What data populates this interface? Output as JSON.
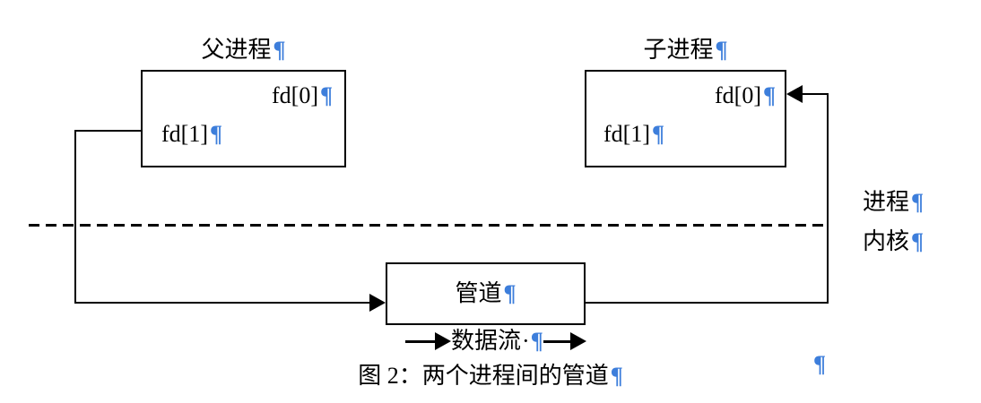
{
  "colors": {
    "pilcrow": "#3D7EDB",
    "line": "#000000",
    "background": "#FFFFFF"
  },
  "marks": {
    "pilcrow": "¶",
    "space_dot": "·"
  },
  "parent_process": {
    "title": "父进程",
    "fd0": "fd[0]",
    "fd1": "fd[1]"
  },
  "child_process": {
    "title": "子进程",
    "fd0": "fd[0]",
    "fd1": "fd[1]"
  },
  "pipe": {
    "label": "管道"
  },
  "dataflow": {
    "label": "数据流"
  },
  "layers": {
    "process": "进程",
    "kernel": "内核"
  },
  "caption": "图 2：两个进程间的管道"
}
